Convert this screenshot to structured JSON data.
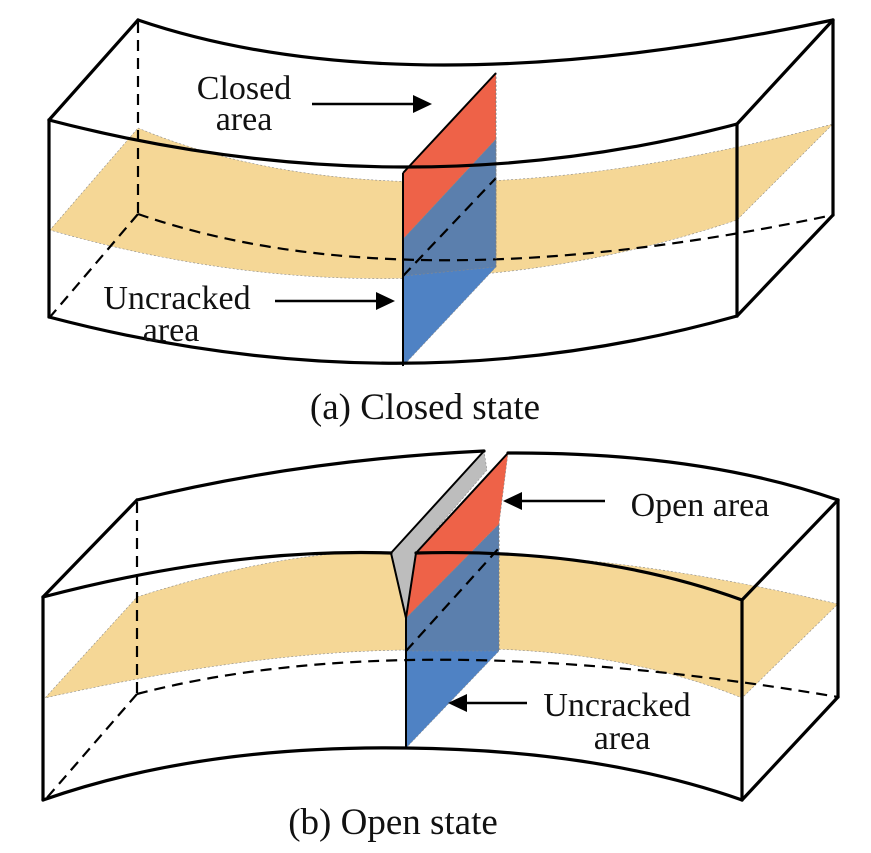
{
  "colors": {
    "neutral_plane": "#F5D796",
    "closed_area": "#EE6248",
    "uncracked_area": "#4F82C4",
    "uncracked_overlap": "#5B7FAD",
    "open_face": "#BDBDBD",
    "edge": "#000000",
    "background": "#FFFFFF"
  },
  "panel_a": {
    "caption": "(a) Closed state",
    "labels": {
      "closed_line1": "Closed",
      "closed_line2": "area",
      "uncracked_line1": "Uncracked",
      "uncracked_line2": "area"
    }
  },
  "panel_b": {
    "caption": "(b) Open state",
    "labels": {
      "open": "Open area",
      "uncracked_line1": "Uncracked",
      "uncracked_line2": "area"
    }
  }
}
